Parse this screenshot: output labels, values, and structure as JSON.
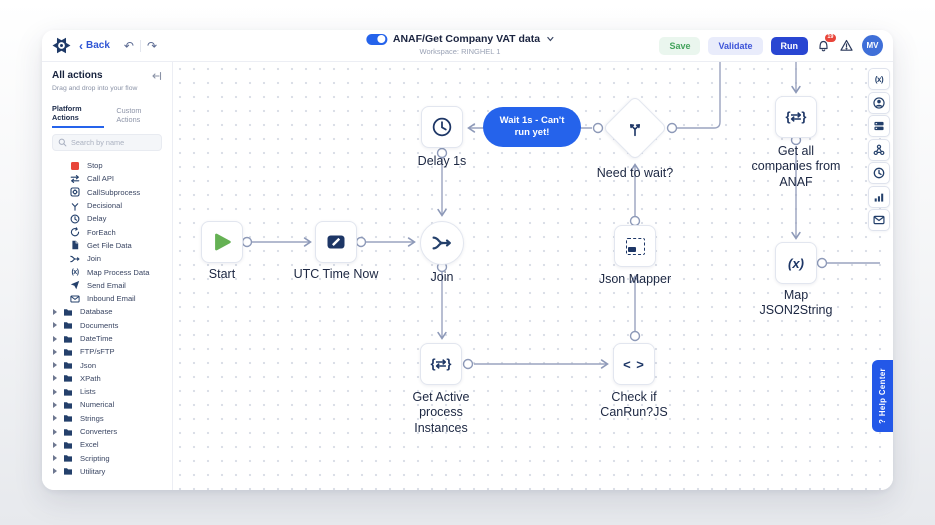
{
  "colors": {
    "accent_blue": "#2563eb",
    "run_blue": "#2946d2",
    "validate_blue": "#3c53d8",
    "save_green": "#44a35c",
    "stop_red": "#e8453a",
    "icon_navy": "#1d3666",
    "wire_gray": "#96a0bc",
    "help_blue": "#2358e8",
    "badge_red": "#e8453a"
  },
  "glyphs": {
    "back_chevron": "‹",
    "undo": "↶",
    "redo": "↷",
    "braces_arrows": "{⇄}",
    "fx": "(x)",
    "code": "< >"
  },
  "header": {
    "back_label": "Back",
    "flow_title": "ANAF/Get Company VAT data",
    "workspace_label": "Workspace: RINGHEL 1",
    "save_label": "Save",
    "validate_label": "Validate",
    "run_label": "Run",
    "notification_count": "19",
    "avatar_initials": "MV"
  },
  "sidebar": {
    "title": "All actions",
    "subtitle": "Drag and drop into your flow",
    "tabs": [
      {
        "label": "Platform Actions"
      },
      {
        "label": "Custom Actions"
      }
    ],
    "search_placeholder": "Search by name",
    "actions": [
      {
        "label": "Stop",
        "icon": "stop-icon"
      },
      {
        "label": "Call API",
        "icon": "api-arrows-icon"
      },
      {
        "label": "CallSubprocess",
        "icon": "subprocess-icon"
      },
      {
        "label": "Decisional",
        "icon": "branch-icon"
      },
      {
        "label": "Delay",
        "icon": "clock-icon"
      },
      {
        "label": "ForEach",
        "icon": "refresh-icon"
      },
      {
        "label": "Get File Data",
        "icon": "file-icon"
      },
      {
        "label": "Join",
        "icon": "join-icon"
      },
      {
        "label": "Map Process Data",
        "icon": "fx-icon"
      },
      {
        "label": "Send Email",
        "icon": "paper-plane-icon"
      },
      {
        "label": "Inbound Email",
        "icon": "envelope-icon"
      }
    ],
    "folders": [
      {
        "label": "Database"
      },
      {
        "label": "Documents"
      },
      {
        "label": "DateTime"
      },
      {
        "label": "FTP/sFTP"
      },
      {
        "label": "Json"
      },
      {
        "label": "XPath"
      },
      {
        "label": "Lists"
      },
      {
        "label": "Numerical"
      },
      {
        "label": "Strings"
      },
      {
        "label": "Converters"
      },
      {
        "label": "Excel"
      },
      {
        "label": "Scripting"
      },
      {
        "label": "Utilitary"
      }
    ]
  },
  "canvas": {
    "tooltip_label": "Wait 1s - Can't run yet!",
    "nodes": [
      {
        "label": "Start",
        "icon": "play-icon"
      },
      {
        "label": "UTC Time Now",
        "icon": "pencil-tag-icon"
      },
      {
        "label": "Join",
        "icon": "join-icon"
      },
      {
        "label": "Delay 1s",
        "icon": "clock-icon"
      },
      {
        "label": "Need to wait?",
        "icon": "branch-icon"
      },
      {
        "label": "Json Mapper",
        "icon": "dashed-box-icon"
      },
      {
        "label": "Get Active process Instances",
        "icon": "braces-arrows-icon"
      },
      {
        "label": "Check if CanRun?JS",
        "icon": "code-icon"
      },
      {
        "label": "Get all companies from ANAF",
        "icon": "braces-arrows-icon"
      },
      {
        "label": "Map JSON2String",
        "icon": "fx-icon"
      }
    ]
  },
  "right_toolbar": {
    "items": [
      "fx-icon",
      "user-icon",
      "server-icon",
      "network-icon",
      "clock-icon",
      "chart-icon",
      "mail-icon"
    ]
  },
  "help_center": {
    "label": "? Help Center"
  }
}
